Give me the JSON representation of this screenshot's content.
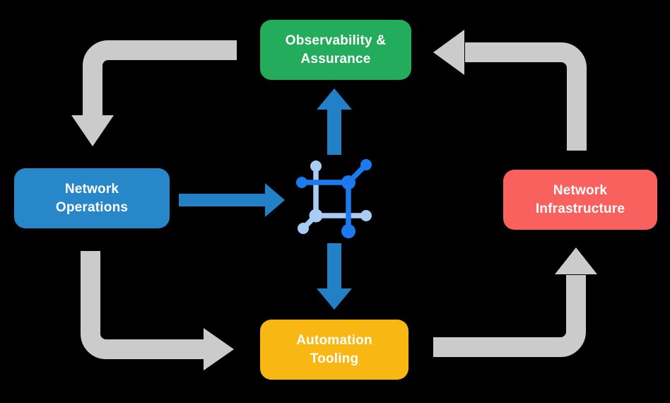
{
  "colors": {
    "background": "#000000",
    "box_text": "#FFFFFF",
    "observability_green": "#23AC5B",
    "operations_blue": "#2787C8",
    "infrastructure_red": "#F9615E",
    "automation_yellow": "#F9B713",
    "arrow_gray": "#CBCBCB",
    "arrow_blue": "#2180C6",
    "icon_blue_dark": "#1B7AF0",
    "icon_blue_light": "#A9CCF5"
  },
  "nodes": {
    "observability": {
      "label": "Observability &\nAssurance"
    },
    "operations": {
      "label": "Network\nOperations"
    },
    "infrastructure": {
      "label": "Network\nInfrastructure"
    },
    "automation": {
      "label": "Automation\nTooling"
    }
  },
  "icons": {
    "center": "network-platform-icon"
  },
  "edges": {
    "gray_cycle": [
      {
        "from": "observability",
        "to": "operations"
      },
      {
        "from": "operations",
        "to": "automation"
      },
      {
        "from": "automation",
        "to": "infrastructure"
      },
      {
        "from": "infrastructure",
        "to": "observability"
      }
    ],
    "blue": [
      {
        "from": "operations",
        "to": "center-icon"
      },
      {
        "from": "center-icon",
        "to": "observability"
      },
      {
        "from": "center-icon",
        "to": "automation"
      }
    ]
  }
}
